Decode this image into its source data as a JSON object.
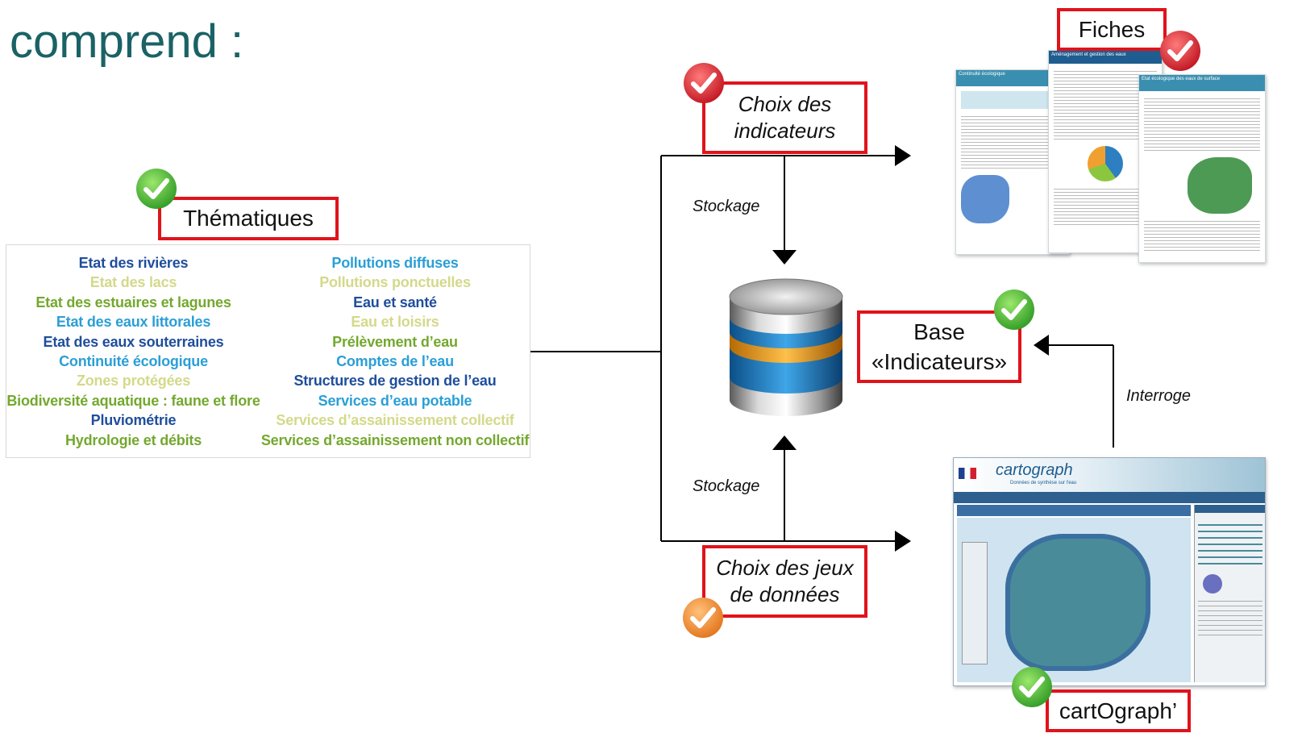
{
  "heading": "comprend :",
  "boxes": {
    "thematiques": "Thématiques",
    "choix_indicateurs_line1": "Choix des",
    "choix_indicateurs_line2": "indicateurs",
    "base_line1": "Base",
    "base_line2": "«Indicateurs»",
    "fiches": "Fiches",
    "choix_jeux_line1": "Choix des jeux",
    "choix_jeux_line2": "de données",
    "cartograph": "cartOgraph’"
  },
  "edge_labels": {
    "stockage_top": "Stockage",
    "stockage_bottom": "Stockage",
    "interroge": "Interroge"
  },
  "themes_left": [
    {
      "text": "Etat des rivières",
      "color": "#1f4e9c"
    },
    {
      "text": "Etat des lacs",
      "color": "#d4d98a"
    },
    {
      "text": "Etat des estuaires et lagunes",
      "color": "#74a82e"
    },
    {
      "text": "Etat des eaux littorales",
      "color": "#2a9fd6"
    },
    {
      "text": "Etat des eaux souterraines",
      "color": "#1f4e9c"
    },
    {
      "text": "Continuité écologique",
      "color": "#2a9fd6"
    },
    {
      "text": "Zones protégées",
      "color": "#d4d98a"
    },
    {
      "text": "Biodiversité aquatique : faune et flore",
      "color": "#74a82e"
    },
    {
      "text": "Pluviométrie",
      "color": "#1f4e9c"
    },
    {
      "text": "Hydrologie et débits",
      "color": "#74a82e"
    }
  ],
  "themes_right": [
    {
      "text": "Pollutions diffuses",
      "color": "#2a9fd6"
    },
    {
      "text": "Pollutions ponctuelles",
      "color": "#d4d98a"
    },
    {
      "text": "Eau et santé",
      "color": "#1f4e9c"
    },
    {
      "text": "Eau et loisirs",
      "color": "#d4d98a"
    },
    {
      "text": "Prélèvement d’eau",
      "color": "#74a82e"
    },
    {
      "text": "Comptes de l’eau",
      "color": "#2a9fd6"
    },
    {
      "text": "Structures de gestion de l’eau",
      "color": "#1f4e9c"
    },
    {
      "text": "Services d’eau potable",
      "color": "#2a9fd6"
    },
    {
      "text": "Services d’assainissement collectif",
      "color": "#d4d98a"
    },
    {
      "text": "Services d’assainissement non collectif",
      "color": "#74a82e"
    }
  ],
  "colors": {
    "heading": "#1a6265",
    "box_border": "#e0131b",
    "check_green": "#3bb12f",
    "check_red": "#d9232d",
    "check_orange": "#f08a24"
  },
  "thumbnails": {
    "fiche_1_title": "Continuité écologique",
    "fiche_2_title": "Aménagement et gestion des eaux",
    "fiche_3_title": "Etat écologique des eaux de surface",
    "cartograph_logo": "cartograph",
    "cartograph_subtitle": "Données de synthèse sur l'eau"
  },
  "icons": [
    "check-green-icon",
    "check-red-icon",
    "check-orange-icon",
    "database-icon"
  ]
}
